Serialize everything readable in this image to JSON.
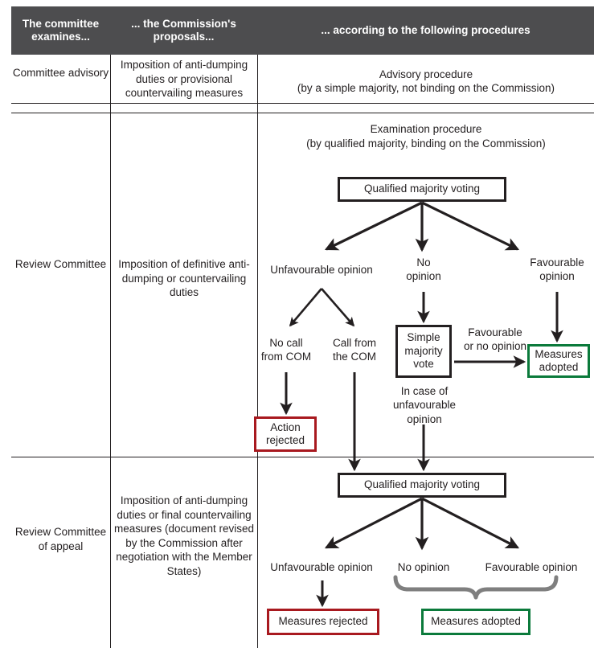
{
  "table": {
    "headers": [
      "The committee examines...",
      "... the Commission's proposals...",
      "... according to the following procedures"
    ],
    "rows": [
      {
        "committee": "Committee advisory",
        "proposal": "Imposition of anti-dumping duties or provisional countervailing measures",
        "procedure_title": "Advisory procedure",
        "procedure_subtitle": "(by a simple majority, not binding on the Commission)"
      },
      {
        "committee": "Review Committee",
        "proposal": "Imposition of definitive anti-dumping or countervailing duties",
        "procedure_title": "Examination procedure",
        "procedure_subtitle": "(by qualified majority, binding on the Commission)"
      },
      {
        "committee": "Review Committee of appeal",
        "proposal": "Imposition of anti-dumping duties or final countervailing measures (document revised by the Commission after negotiation with the Member States)"
      }
    ]
  },
  "flow_review": {
    "root_box": "Qualified majority voting",
    "branch_unfavourable": "Unfavourable opinion",
    "branch_no_opinion": "No opinion",
    "branch_favourable": "Favourable opinion",
    "sub_no_call": "No call from COM",
    "sub_call": "Call from the COM",
    "simple_majority_box": "Simple majority vote",
    "edge_favourable_or_no": "Favourable or no opinion",
    "edge_in_case_unfavourable": "In case of unfavourable opinion",
    "measures_adopted_box": "Measures adopted",
    "action_rejected_box": "Action rejected"
  },
  "flow_appeal": {
    "root_box": "Qualified majority voting",
    "branch_unfavourable": "Unfavourable opinion",
    "branch_no_opinion": "No opinion",
    "branch_favourable": "Favourable opinion",
    "measures_rejected_box": "Measures rejected",
    "measures_adopted_box": "Measures adopted"
  },
  "colors": {
    "header_bg": "#4d4d4f",
    "ink": "#231f20",
    "red": "#a8191f",
    "green": "#0b7a3b",
    "brace": "#7f7f7f"
  }
}
